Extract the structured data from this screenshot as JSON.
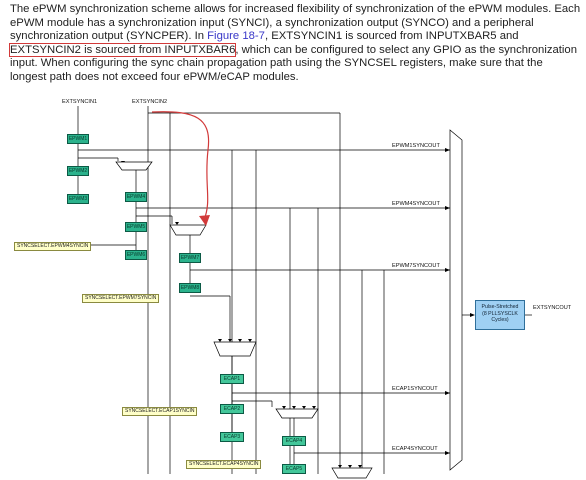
{
  "paragraph": {
    "p1": "The ePWM synchronization scheme allows for increased flexibility of synchronization of the ePWM modules. Each ePWM module has a synchronization input (SYNCI), a synchronization output (SYNCO) and a peripheral synchronization output (SYNCPER). In ",
    "figure_link": "Figure 18-7",
    "p2": ", EXTSYNCIN1 is sourced from INPUTXBAR5 and ",
    "highlight": "EXTSYNCIN2 is sourced from INPUTXBAR6",
    "p3": ", which can be configured to select any GPIO as the synchronization input. When configuring the sync chain propagation path using the SYNCSEL registers, make sure that the longest path does not exceed four ePWM/eCAP modules."
  },
  "diagram": {
    "extsyncin1": "EXTSYNCIN1",
    "extsyncin2": "EXTSYNCIN2",
    "epwm": [
      "EPWM1",
      "EPWM2",
      "EPWM3",
      "EPWM4",
      "EPWM5",
      "EPWM6",
      "EPWM7",
      "EPWM8"
    ],
    "ecap": [
      "ECAP1",
      "ECAP2",
      "ECAP3",
      "ECAP4",
      "ECAP5"
    ],
    "sync_outputs": [
      "EPWM1SYNCOUT",
      "EPWM4SYNCOUT",
      "EPWM7SYNCOUT",
      "ECAP1SYNCOUT",
      "ECAP4SYNCOUT"
    ],
    "selects": [
      "SYNCSELECT.EPWM4SYNCIN",
      "SYNCSELECT.EPWM7SYNCIN",
      "SYNCSELECT.ECAP1SYNCIN",
      "SYNCSELECT.ECAP4SYNCIN"
    ],
    "pulse_box": [
      "Pulse-Stretched",
      "(8 PLLSYSCLK",
      "Cycles)"
    ],
    "extsyncout": "EXTSYNCOUT"
  },
  "colors": {
    "epwm_fill": "#2bb28c",
    "ecap_fill": "#43c79a",
    "select_fill": "#ffffc8",
    "pulse_fill": "#9fd0f3",
    "highlight": "#d23a3a",
    "link": "#3a38c8"
  }
}
